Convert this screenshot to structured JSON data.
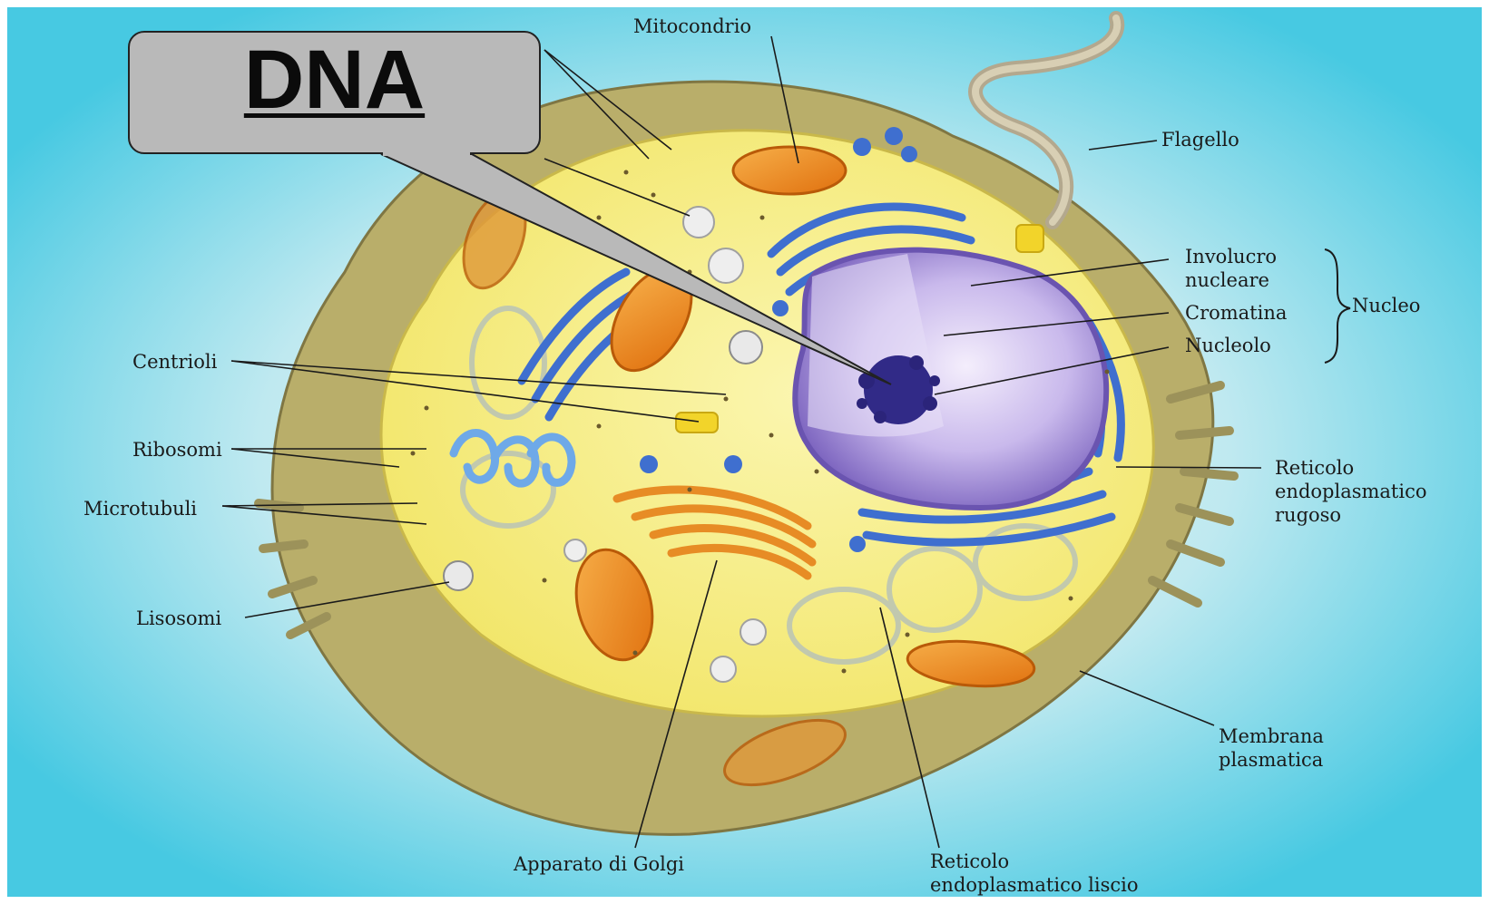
{
  "callout": {
    "text": "DNA",
    "box_color": "#b9b9b9"
  },
  "labels": {
    "mitocondrio": "Mitocondrio",
    "flagello": "Flagello",
    "involucro_line1": "Involucro",
    "involucro_line2": "nucleare",
    "cromatina": "Cromatina",
    "nucleolo": "Nucleolo",
    "nucleo": "Nucleo",
    "centrioli": "Centrioli",
    "ribosomi": "Ribosomi",
    "microtubuli": "Microtubuli",
    "lisosomi": "Lisosomi",
    "rer_line1": "Reticolo",
    "rer_line2": "endoplasmatico",
    "rer_line3": "rugoso",
    "membrana_line1": "Membrana",
    "membrana_line2": "plasmatica",
    "golgi": "Apparato di Golgi",
    "ser_line1": "Reticolo",
    "ser_line2": "endoplasmatico liscio"
  },
  "colors": {
    "background": "#5fd2e6",
    "cytoplasm": "#f6ee82",
    "outer_cell": "#b7ad66",
    "nucleus": "#8a76c9",
    "er": "#4f7fd6",
    "mitochondria": "#f08a1f"
  }
}
